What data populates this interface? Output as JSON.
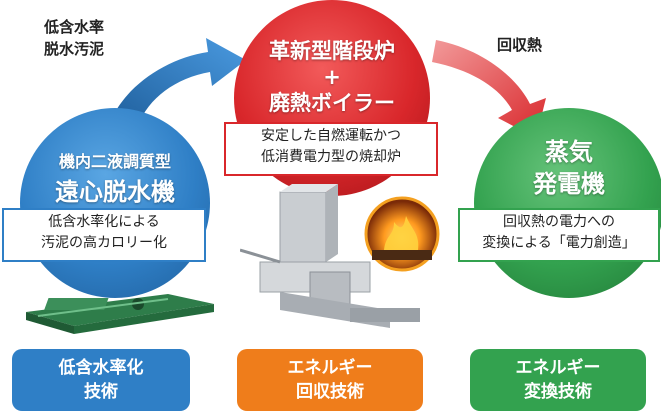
{
  "left_top_label": [
    "低含水率",
    "脱水汚泥"
  ],
  "right_top_label": "回収熱",
  "center": {
    "title_line1": "革新型階段炉",
    "plus": "+",
    "title_line2": "廃熱ボイラー",
    "desc_line1": "安定した自燃運転かつ",
    "desc_line2": "低消費電力型の焼却炉"
  },
  "left": {
    "subtitle": "機内二液調質型",
    "title": "遠心脱水機",
    "desc_line1": "低含水率化による",
    "desc_line2": "汚泥の高カロリー化"
  },
  "right": {
    "title_line1": "蒸気",
    "title_line2": "発電機",
    "desc_line1": "回収熱の電力への",
    "desc_line2": "変換による「電力創造」"
  },
  "tech_buttons": [
    {
      "line1": "低含水率化",
      "line2": "技術"
    },
    {
      "line1": "エネルギー",
      "line2": "回収技術"
    },
    {
      "line1": "エネルギー",
      "line2": "変換技術"
    }
  ],
  "colors": {
    "blue": "#2f7fc6",
    "red": "#d9272b",
    "green": "#33a24f",
    "orange": "#ef7d1b"
  }
}
